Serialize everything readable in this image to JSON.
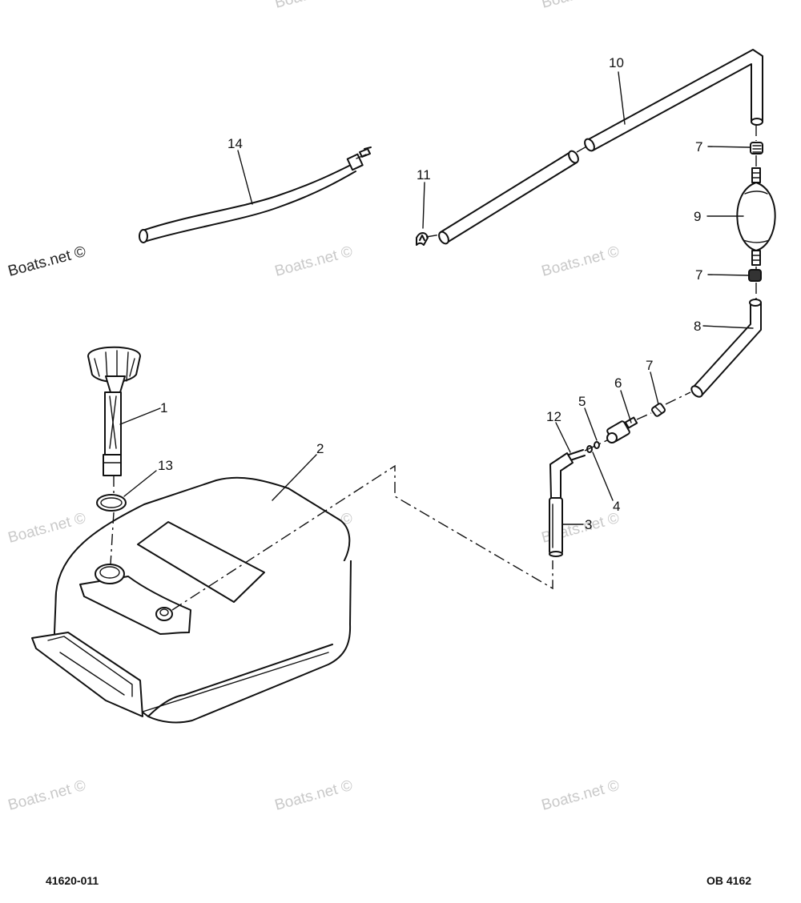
{
  "callouts": {
    "c1": "1",
    "c2": "2",
    "c3": "3",
    "c4": "4",
    "c5": "5",
    "c6": "6",
    "c7a": "7",
    "c7b": "7",
    "c7c": "7",
    "c8": "8",
    "c9": "9",
    "c10": "10",
    "c11": "11",
    "c12": "12",
    "c13": "13",
    "c14": "14"
  },
  "watermark": "Boats.net ©",
  "footer": {
    "left": "41620-011",
    "right": "OB 4162"
  }
}
